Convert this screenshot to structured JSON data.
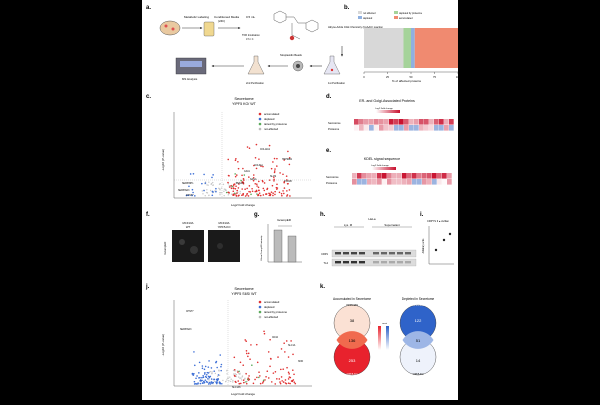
{
  "panel_letters": {
    "a": "a.",
    "b": "b.",
    "c": "c.",
    "d": "d.",
    "e": "e.",
    "f": "f.",
    "g": "g.",
    "h": "h.",
    "i": "i.",
    "j": "j.",
    "k": "k."
  },
  "workflow": {
    "step1": "Metabolic Labeling",
    "step2": "Conditioned Media",
    "step2b": "(24h)",
    "reagent": "0.5 mL",
    "reagent2": "TFR Incubation",
    "reagent3": "3 h / rt",
    "click": "Alkyne-Azide Click Chemistry (CuAAC) reaction",
    "purify": "Streptavidin Beads",
    "sample_prep": "2nd Purification",
    "first": "1st Purification",
    "ms": "MS Analysis"
  },
  "panel_b": {
    "legend": [
      "not affected",
      "depleted by proteome",
      "depleted",
      "accumulated"
    ],
    "xlabel": "% of affected proteins",
    "ticks": [
      "0",
      "25",
      "50",
      "75",
      "100"
    ]
  },
  "panel_c": {
    "title": "Secretome",
    "subtitle": "YIPF5 KO/ WT",
    "xlabel": "Log2 Fold change",
    "ylabel": "-Log10 (P-value)",
    "legend": [
      "accumulated",
      "depleted",
      "tained by proteome",
      "not-affected"
    ],
    "labels": [
      "COL12A1",
      "HSP90B1",
      "COL6A1",
      "CALU",
      "SERPINH1",
      "SLIT2",
      "NAGA",
      "SERPINA3",
      "CHST7",
      "PEG10",
      "TOR1B"
    ]
  },
  "panel_d": {
    "title": "ER- and Golgi-Associated Proteins",
    "scale": "Log2 Fold change",
    "rows": [
      "Secretome",
      "Proteome"
    ]
  },
  "panel_e": {
    "title": "KDEL signal sequence",
    "scale": "Log2 Fold change",
    "rows": [
      "Secretome",
      "Proteome"
    ]
  },
  "panel_f": {
    "col1": "MCF10A",
    "col1b": "WT",
    "col2": "MCF10A",
    "col2b": "YIPF5-KO",
    "ylabel": "GcampER"
  },
  "panel_g": {
    "title": "GcampER",
    "ylabel": "Mean GcampER intensity"
  },
  "panel_h": {
    "title": "HeLa",
    "lys": "Lys. M",
    "sup": "Supernatant",
    "band1": "CRP1",
    "band2": "TL4"
  },
  "panel_i": {
    "title": "CRPYS 3 ● civilian",
    "ylabel": "Arbitrary units"
  },
  "panel_j": {
    "title": "Secretome",
    "subtitle": "YIPF5 S6S/ WT",
    "xlabel": "Log2 Fold change",
    "ylabel": "-Log10 (P-value)",
    "legend": [
      "accumulated",
      "depleted",
      "tained by proteome",
      "not-affected"
    ],
    "labels": [
      "CHST7",
      "SERPINA3",
      "CD44",
      "SLC1A",
      "NOD",
      "SLC1A5"
    ]
  },
  "panel_k": {
    "left_title": "Accumulated in Secretome",
    "right_title": "Depleted in Secretome",
    "left_top_label": "YIPF5-S6S",
    "left_bottom_label": "YIPF5-KO",
    "right_top_label": "YIPF5-S6S",
    "right_bottom_label": "YIPF5-KO",
    "left_top_n": "38",
    "left_mid_n": "136",
    "left_bottom_n": "253",
    "right_top_n": "122",
    "right_mid_n": "51",
    "right_bottom_n": "14",
    "legend_title": "count"
  },
  "colors": {
    "accumulated": "#e03030",
    "depleted": "#3d6fd6",
    "not_affected": "#cfcfcf",
    "light": "#f4b9a8",
    "green": "#5aaa5a"
  },
  "chart_data": [
    {
      "type": "bar",
      "title": "",
      "xlabel": "% of affected proteins",
      "series": [
        {
          "name": "not affected",
          "values": [
            42
          ]
        },
        {
          "name": "depleted by proteome",
          "values": [
            8
          ]
        },
        {
          "name": "depleted",
          "values": [
            4
          ]
        },
        {
          "name": "accumulated",
          "values": [
            46
          ]
        }
      ],
      "xlim": [
        0,
        100
      ]
    },
    {
      "type": "scatter",
      "title": "Secretome YIPF5 KO/ WT",
      "xlabel": "Log2 Fold change",
      "ylabel": "-Log10 (P-value)",
      "xlim": [
        -2,
        2
      ],
      "ylim": [
        0,
        10
      ]
    },
    {
      "type": "scatter",
      "title": "Secretome YIPF5 S6S/ WT",
      "xlabel": "Log2 Fold change",
      "ylabel": "-Log10 (P-value)",
      "xlim": [
        -1.5,
        2
      ],
      "ylim": [
        0,
        10
      ]
    }
  ]
}
